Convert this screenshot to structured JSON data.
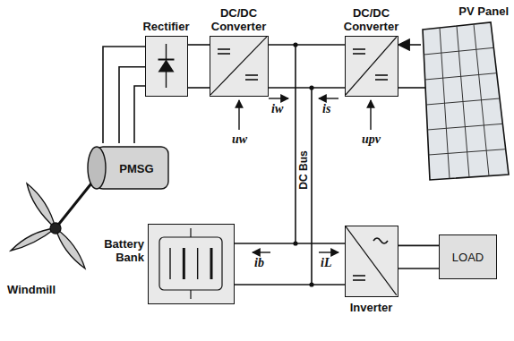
{
  "diagram": {
    "nodes": [
      {
        "text": [
          "Rectifier"
        ]
      },
      {
        "text": [
          "DC/DC Converter"
        ]
      },
      {
        "text": [
          "DC/DC Converter"
        ]
      },
      {
        "text": [
          "PV Panel"
        ]
      },
      {
        "text": [
          "PMSG"
        ]
      },
      {
        "text": [
          "Battery Bank"
        ]
      },
      {
        "text": [
          "Inverter"
        ]
      },
      {
        "text": [
          "LOAD"
        ]
      }
    ],
    "edges": [
      {
        "from": 4,
        "to": 0,
        "arrow": "none"
      },
      {
        "from": 0,
        "to": 1,
        "arrow": "none"
      },
      {
        "from": 1,
        "to": 2,
        "arrow": "none"
      },
      {
        "from": 3,
        "to": 2,
        "arrow": "to"
      },
      {
        "from": 5,
        "to": 6,
        "arrow": "none"
      },
      {
        "from": 6,
        "to": 7,
        "arrow": "none"
      }
    ],
    "labels": [
      "Windmill",
      "DC Bus",
      "iw",
      "is",
      "ib",
      "iL",
      "uw",
      "upv"
    ]
  }
}
